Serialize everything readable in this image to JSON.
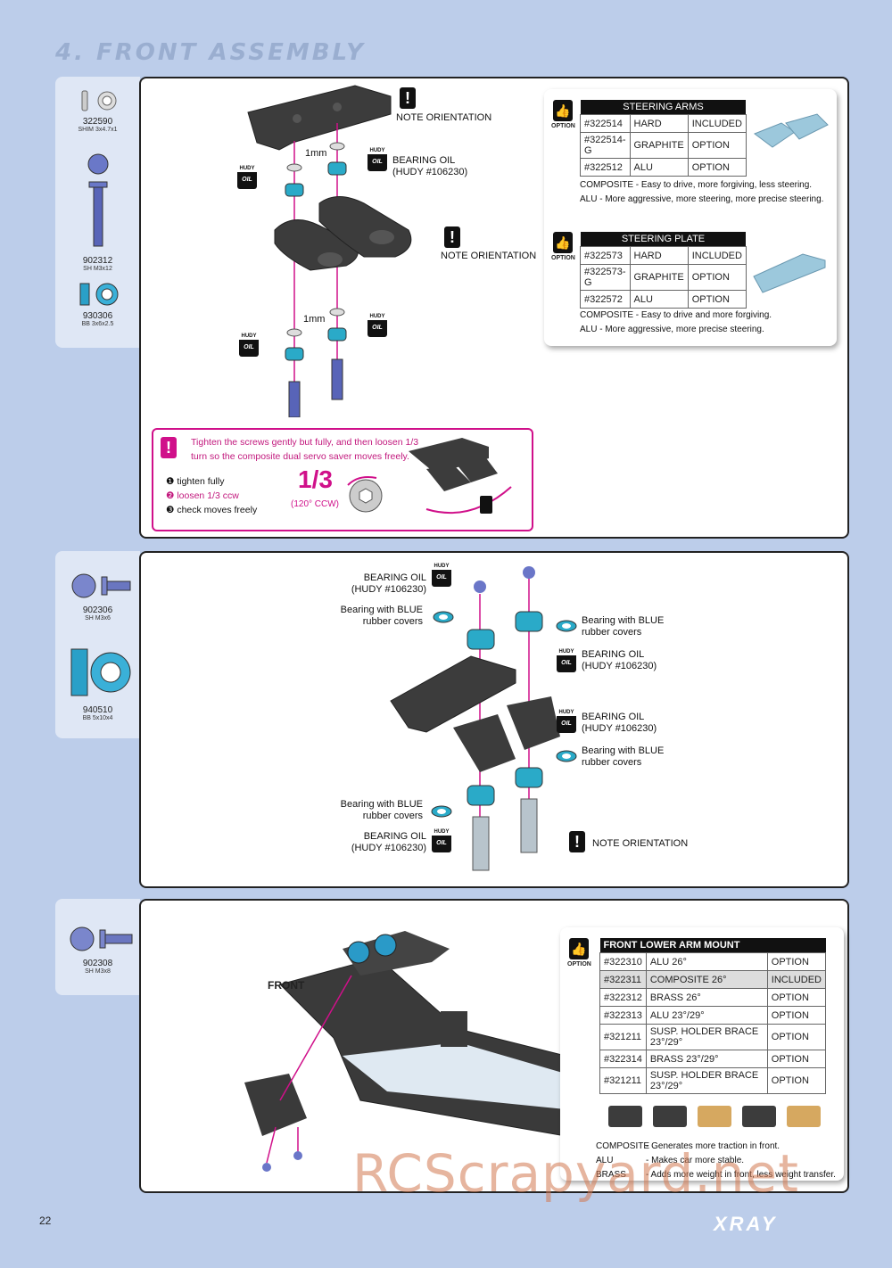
{
  "page_title": "4. FRONT ASSEMBLY",
  "page_number": "22",
  "brand": "XRAY",
  "watermark": "RCScrapyard.net",
  "parts_1": [
    {
      "code": "322590",
      "desc": "SHIM 3x4.7x1"
    },
    {
      "code": "902312",
      "desc": "SH M3x12"
    },
    {
      "code": "930306",
      "desc": "BB 3x6x2.5"
    }
  ],
  "parts_2": [
    {
      "code": "902306",
      "desc": "SH M3x6"
    },
    {
      "code": "940510",
      "desc": "BB 5x10x4"
    }
  ],
  "parts_3": [
    {
      "code": "902308",
      "desc": "SH M3x8"
    }
  ],
  "labels": {
    "note_orientation": "NOTE ORIENTATION",
    "bearing_oil": "BEARING OIL",
    "hudy_ref": "(HUDY #106230)",
    "one_mm": "1mm",
    "bearing_blue_1": "Bearing with BLUE",
    "bearing_blue_2": "rubber covers",
    "front": "FRONT",
    "hudy": "HUDY",
    "oil": "OIL",
    "option": "OPTION"
  },
  "warning": {
    "line1": "Tighten the screws gently but fully, and then loosen 1/3",
    "line2": "turn so the composite dual servo saver moves freely.",
    "step1": "❶ tighten fully",
    "step2": "❷ loosen 1/3 ccw",
    "step3": "❸ check moves freely",
    "fraction": "1/3",
    "ccw": "(120° CCW)"
  },
  "steering_arms": {
    "header": "STEERING ARMS",
    "rows": [
      [
        "#322514",
        "HARD",
        "INCLUDED"
      ],
      [
        "#322514-G",
        "GRAPHITE",
        "OPTION"
      ],
      [
        "#322512",
        "ALU",
        "OPTION"
      ]
    ],
    "note1": "COMPOSITE - Easy to drive, more forgiving, less steering.",
    "note2": "ALU - More aggressive, more steering, more precise steering."
  },
  "steering_plate": {
    "header": "STEERING PLATE",
    "rows": [
      [
        "#322573",
        "HARD",
        "INCLUDED"
      ],
      [
        "#322573-G",
        "GRAPHITE",
        "OPTION"
      ],
      [
        "#322572",
        "ALU",
        "OPTION"
      ]
    ],
    "note1": "COMPOSITE - Easy to drive and more forgiving.",
    "note2": "ALU - More aggressive, more precise steering."
  },
  "front_lower_arm_mount": {
    "header": "FRONT LOWER ARM MOUNT",
    "rows": [
      [
        "#322310",
        "ALU 26°",
        "OPTION"
      ],
      [
        "#322311",
        "COMPOSITE 26°",
        "INCLUDED"
      ],
      [
        "#322312",
        "BRASS 26°",
        "OPTION"
      ],
      [
        "#322313",
        "ALU 23°/29°",
        "OPTION"
      ],
      [
        "#321211",
        "SUSP. HOLDER BRACE 23°/29°",
        "OPTION"
      ],
      [
        "#322314",
        "BRASS 23°/29°",
        "OPTION"
      ],
      [
        "#321211",
        "SUSP. HOLDER BRACE 23°/29°",
        "OPTION"
      ]
    ],
    "notes": [
      [
        "COMPOSITE",
        "- Generates more traction in front."
      ],
      [
        "ALU",
        "- Makes car more stable."
      ],
      [
        "BRASS",
        "- Adds more weight in front, less weight transfer."
      ]
    ]
  }
}
